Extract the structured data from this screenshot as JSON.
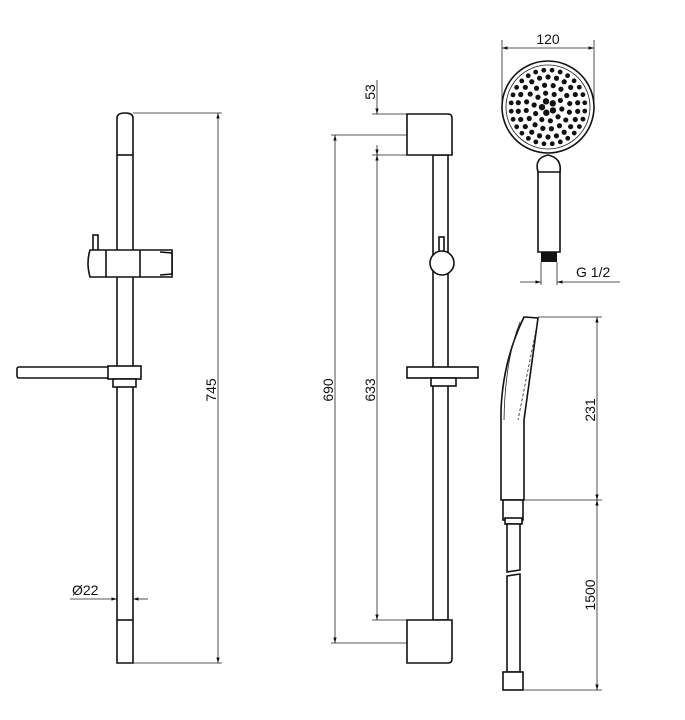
{
  "dimensions": {
    "total_height": "745",
    "rail_diameter": "Ø22",
    "mount_distance_outer": "690",
    "mount_distance_inner": "633",
    "bracket_height": "53",
    "head_diameter": "120",
    "thread": "G 1/2",
    "head_length": "231",
    "hose_length": "1500"
  },
  "colors": {
    "line": "#111111",
    "background": "#ffffff"
  }
}
